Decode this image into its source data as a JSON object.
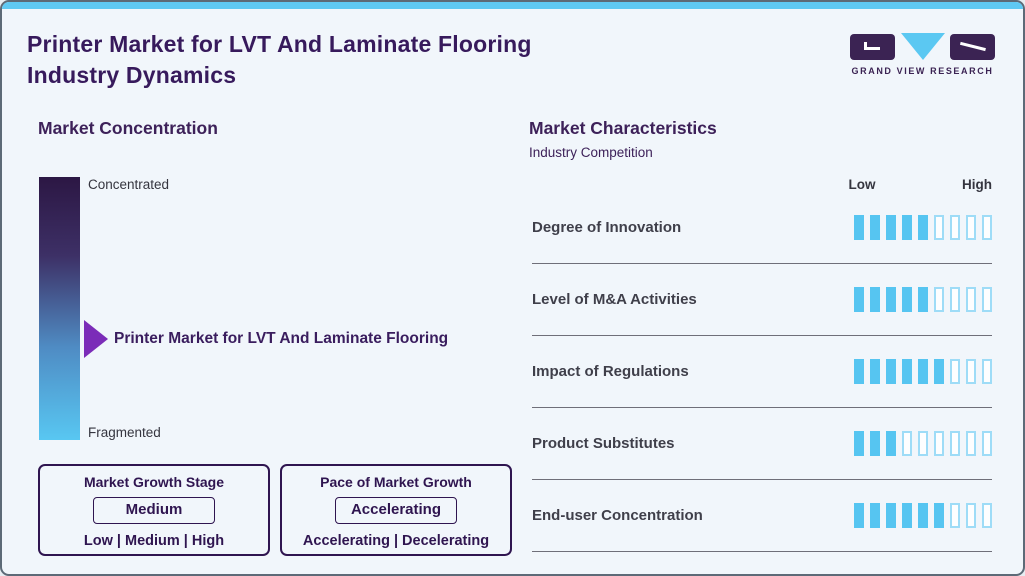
{
  "header": {
    "title_line1": "Printer Market for LVT And Laminate Flooring",
    "title_line2": "Industry Dynamics",
    "logo_text": "GRAND VIEW RESEARCH"
  },
  "market_concentration": {
    "heading": "Market Concentration",
    "top_label": "Concentrated",
    "bottom_label": "Fragmented",
    "pointer_label": "Printer Market for LVT And Laminate Flooring"
  },
  "growth_boxes": [
    {
      "title": "Market Growth Stage",
      "selected": "Medium",
      "options": "Low | Medium | High"
    },
    {
      "title": "Pace of Market Growth",
      "selected": "Accelerating",
      "options": "Accelerating | Decelerating"
    }
  ],
  "market_characteristics": {
    "heading": "Market Characteristics",
    "subheading": "Industry Competition",
    "scale_low": "Low",
    "scale_high": "High",
    "segments_total": 9,
    "rows": [
      {
        "label": "Degree of Innovation",
        "filled": 5,
        "total": 9
      },
      {
        "label": "Level of M&A Activities",
        "filled": 5,
        "total": 9
      },
      {
        "label": "Impact of Regulations",
        "filled": 6,
        "total": 9
      },
      {
        "label": "Product Substitutes",
        "filled": 3,
        "total": 9
      },
      {
        "label": "End-user Concentration",
        "filled": 6,
        "total": 9
      }
    ]
  },
  "colors": {
    "accent_blue": "#56c5f1",
    "title_purple": "#371a5c",
    "arrow_purple": "#7b2cb8",
    "gradient_top": "#2c1744",
    "gradient_bottom": "#58c7f2"
  }
}
